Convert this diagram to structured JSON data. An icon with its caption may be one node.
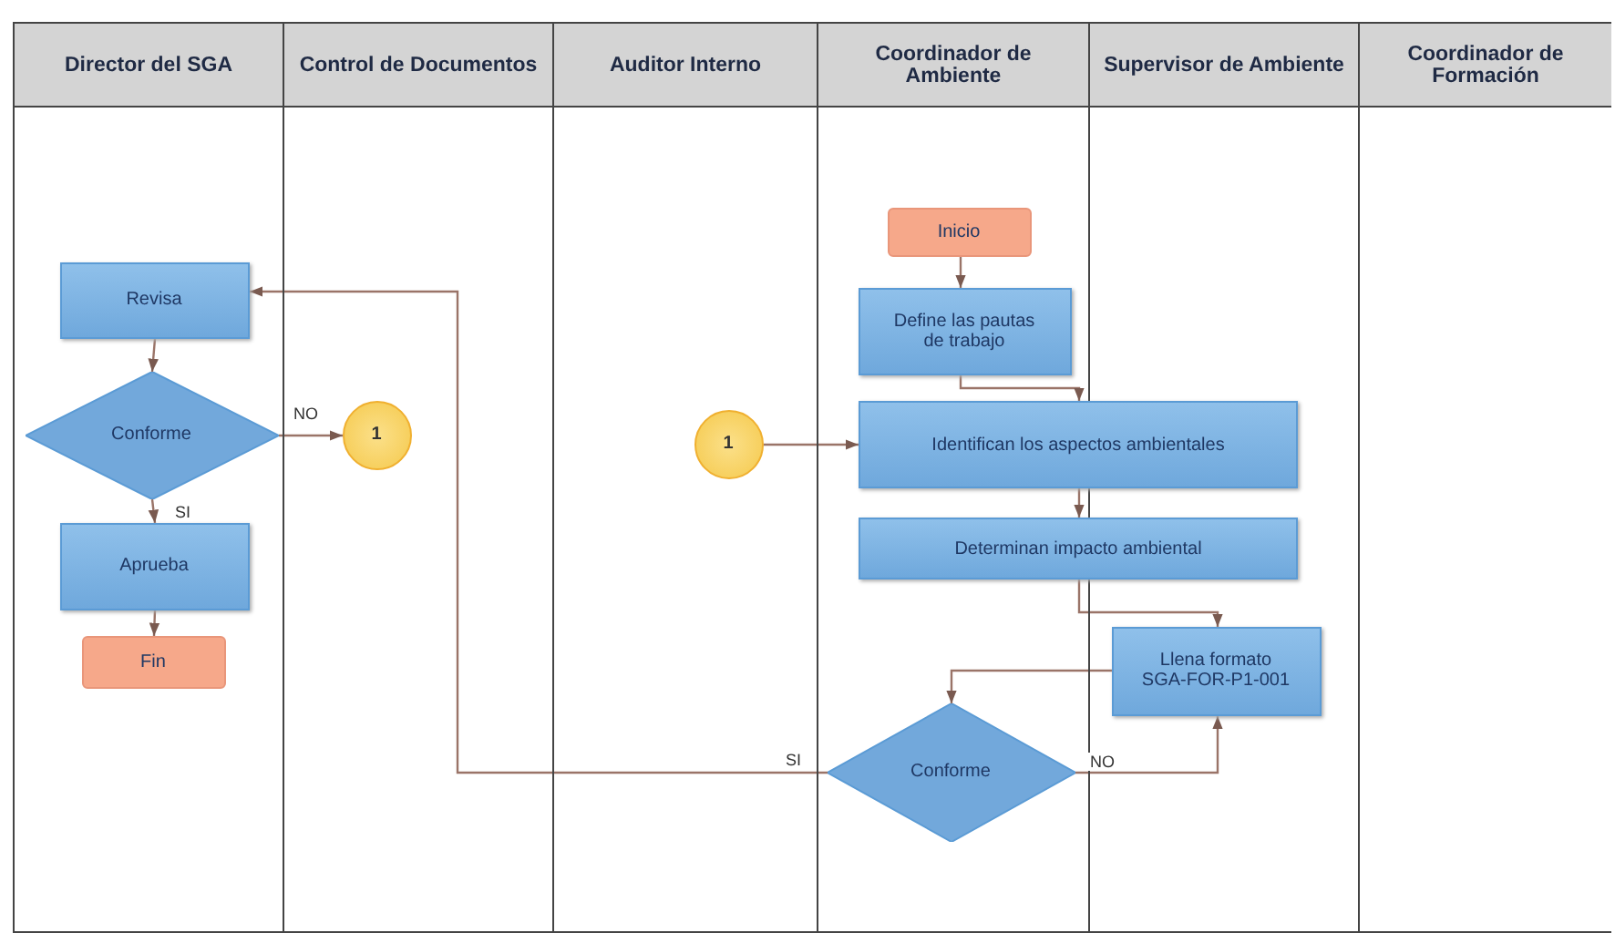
{
  "diagram": {
    "nodes": [
      {
        "text": [
          "Director del SGA"
        ]
      },
      {
        "text": [
          "Control de Documentos"
        ]
      },
      {
        "text": [
          "Auditor Interno"
        ]
      },
      {
        "text": [
          "Coordinador de Ambiente"
        ]
      },
      {
        "text": [
          "Supervisor de Ambiente"
        ]
      },
      {
        "text": [
          "Coordinador de Formación"
        ]
      },
      {
        "text": [
          "Revisa"
        ],
        "in": 0
      },
      {
        "text": [
          "Conforme"
        ],
        "in": 0
      },
      {
        "text": [
          "Aprueba"
        ],
        "in": 0
      },
      {
        "text": [
          "Fin"
        ],
        "in": 0
      },
      {
        "text": [
          "1"
        ],
        "in": 1
      },
      {
        "text": [
          "1"
        ],
        "in": 2
      },
      {
        "text": [
          "Inicio"
        ],
        "in": 3
      },
      {
        "text": [
          "Define las pautas de trabajo"
        ],
        "in": 3
      },
      {
        "text": [
          "Identifican los aspectos ambientales"
        ]
      },
      {
        "text": [
          "Determinan impacto ambiental"
        ]
      },
      {
        "text": [
          "Llena formato SGA-FOR-P1-001"
        ],
        "in": 4
      },
      {
        "text": [
          "Conforme"
        ],
        "in": 3
      }
    ],
    "edges": [
      {
        "from": 6,
        "to": 7,
        "arrow": "to"
      },
      {
        "from": 7,
        "to": 10,
        "arrow": "to",
        "label": "NO"
      },
      {
        "from": 7,
        "to": 8,
        "arrow": "to",
        "label": "SI"
      },
      {
        "from": 8,
        "to": 9,
        "arrow": "to"
      },
      {
        "from": 12,
        "to": 13,
        "arrow": "to"
      },
      {
        "from": 13,
        "to": 14,
        "arrow": "to"
      },
      {
        "from": 11,
        "to": 14,
        "arrow": "to"
      },
      {
        "from": 14,
        "to": 15,
        "arrow": "to"
      },
      {
        "from": 15,
        "to": 16,
        "arrow": "to"
      },
      {
        "from": 16,
        "to": 17,
        "arrow": "to"
      },
      {
        "from": 17,
        "to": 16,
        "arrow": "to",
        "label": "NO"
      },
      {
        "from": 17,
        "to": 6,
        "arrow": "to",
        "label": "SI"
      }
    ]
  }
}
